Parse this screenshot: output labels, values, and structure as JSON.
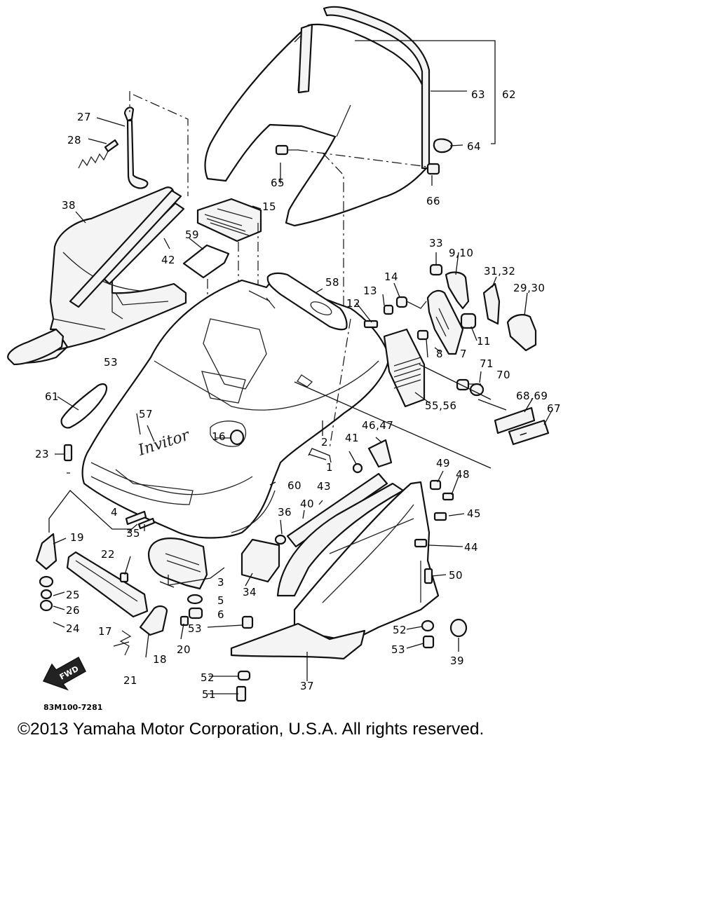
{
  "diagram": {
    "reference": "83M100-7281",
    "fwd_arrow_label": "FWD",
    "logo_text": "Invitor",
    "callouts": {
      "c1": "1",
      "c2": "2",
      "c3": "3",
      "c4": "4",
      "c5": "5",
      "c6": "6",
      "c7": "7",
      "c8": "8",
      "c9_10": "9,10",
      "c11": "11",
      "c12": "12",
      "c13": "13",
      "c14": "14",
      "c15": "15",
      "c16": "16",
      "c17": "17",
      "c18": "18",
      "c19": "19",
      "c20": "20",
      "c21": "21",
      "c22": "22",
      "c23": "23",
      "c24": "24",
      "c25": "25",
      "c26": "26",
      "c27": "27",
      "c28": "28",
      "c29_30": "29,30",
      "c31_32": "31,32",
      "c33": "33",
      "c34": "34",
      "c35": "35",
      "c36": "36",
      "c37": "37",
      "c38": "38",
      "c39": "39",
      "c40": "40",
      "c41": "41",
      "c42": "42",
      "c43": "43",
      "c44": "44",
      "c45": "45",
      "c46_47": "46,47",
      "c48": "48",
      "c49": "49",
      "c50": "50",
      "c51": "51",
      "c52a": "52",
      "c52b": "52",
      "c53a": "53",
      "c53b": "53",
      "c53c": "53",
      "c55_56": "55,56",
      "c57": "57",
      "c58": "58",
      "c59": "59",
      "c60": "60",
      "c61": "61",
      "c62": "62",
      "c63": "63",
      "c64": "64",
      "c65": "65",
      "c66": "66",
      "c67": "67",
      "c68_69": "68,69",
      "c70": "70",
      "c71": "71"
    }
  },
  "footer": {
    "copyright": "©2013 Yamaha Motor Corporation, U.S.A. All rights reserved."
  }
}
